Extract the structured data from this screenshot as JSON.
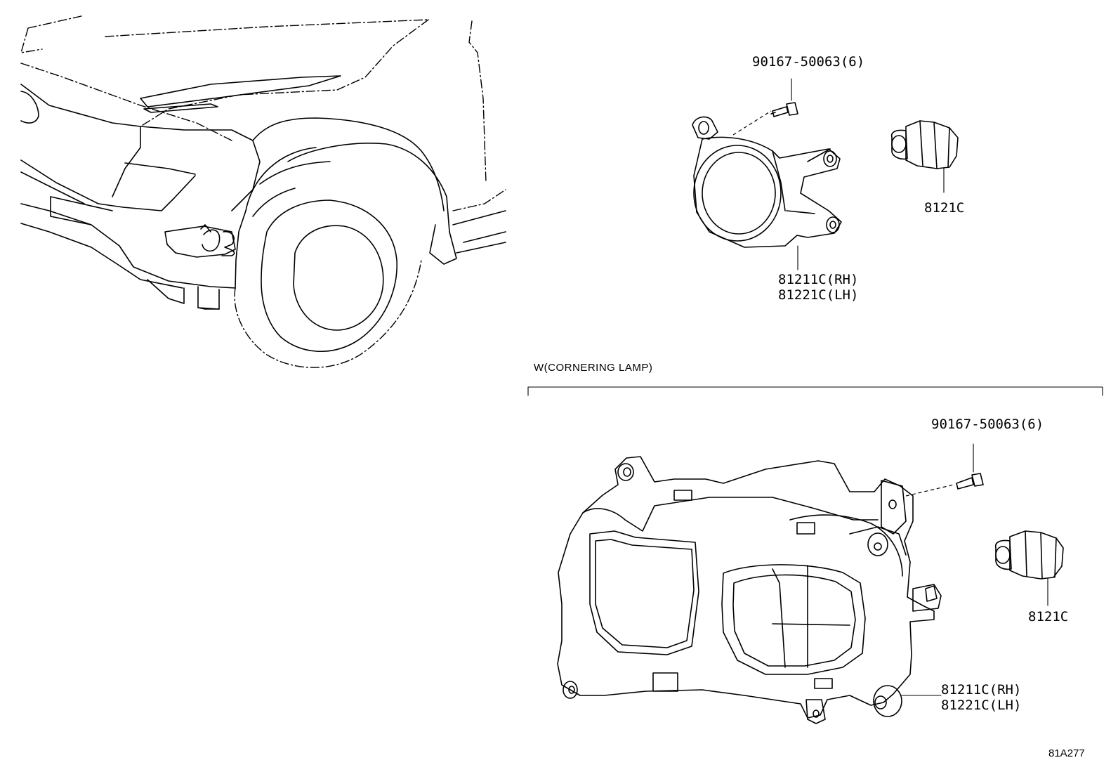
{
  "callouts": {
    "bolt_top": "90167-50063(6)",
    "socket_top": "8121C",
    "lamp_top_rh": "81211C(RH)",
    "lamp_top_lh": "81221C(LH)",
    "bolt_bottom": "90167-50063(6)",
    "socket_bottom": "8121C",
    "lamp_bottom_rh": "81211C(RH)",
    "lamp_bottom_lh": "81221C(LH)"
  },
  "section_label": "W(CORNERING LAMP)",
  "figure_code": "81A277"
}
